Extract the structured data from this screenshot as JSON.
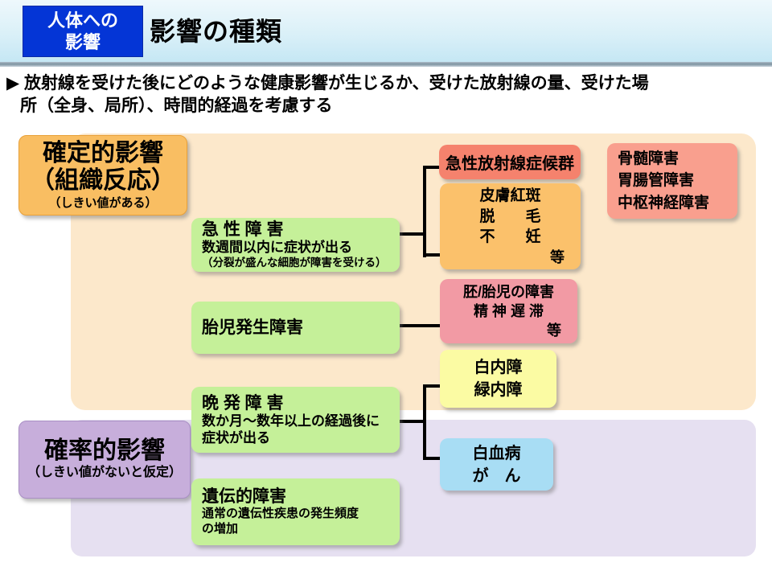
{
  "slide": {
    "tag": {
      "line1": "人体への",
      "line2": "影響"
    },
    "title": "影響の種類",
    "intro": {
      "marker": "▶",
      "line1": "放射線を受けた後にどのような健康影響が生じるか、受けた放射線の量、受けた場",
      "line2": "所（全身、局所）、時間的経過を考慮する"
    }
  },
  "left": {
    "deterministic": {
      "title": "確定的影響",
      "subtitle": "（組織反応）",
      "note": "（しきい値がある）"
    },
    "stochastic": {
      "title": "確率的影響",
      "note": "（しきい値がないと仮定）"
    }
  },
  "middle": {
    "acute": {
      "title": "急 性 障 害",
      "desc": "数週間以内に症状が出る",
      "note": "（分裂が盛んな細胞が障害を受ける）"
    },
    "fetal": {
      "title": "胎児発生障害"
    },
    "late": {
      "title": "晩 発 障 害",
      "desc1": "数か月～数年以上の経過後に",
      "desc2": "症状が出る"
    },
    "genetic": {
      "title": "遺伝的障害",
      "desc1": "通常の遺伝性疾患の発生頻度",
      "desc2": "の増加"
    }
  },
  "right": {
    "ars": {
      "title": "急性放射線症候群"
    },
    "skin": {
      "line1": "皮膚紅斑",
      "line2": "脱　　毛",
      "line3": "不　　妊",
      "etc": "等"
    },
    "marrow": {
      "line1": "骨髄障害",
      "line2": "胃腸管障害",
      "line3": "中枢神経障害"
    },
    "embryo": {
      "line1": "胚/胎児の障害",
      "line2": "精 神 遅 滞",
      "etc": "等"
    },
    "cataract": {
      "line1": "白内障",
      "line2": "緑内障"
    },
    "leukemia": {
      "line1": "白血病",
      "line2": "が　ん"
    }
  },
  "colors": {
    "tag_blue": "#0435d6",
    "panel_peach": "#fce8cb",
    "panel_lavender": "#e6e0f1",
    "box_orange": "#f9be62",
    "box_purple": "#c7aedb",
    "box_green": "#c5f099",
    "box_salmon": "#f5826d",
    "box_salmon_light": "#f99f8e",
    "box_amber": "#fbc16b",
    "box_pink": "#f29aa4",
    "box_yellow": "#fbfba3",
    "box_lightblue": "#a8ddf4",
    "connector_black": "#000000"
  }
}
